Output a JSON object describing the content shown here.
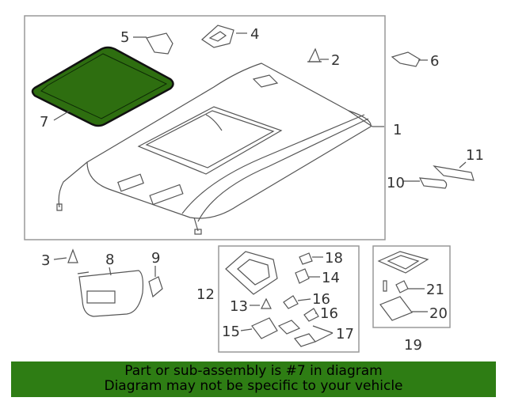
{
  "labels": {
    "l1": "1",
    "l2": "2",
    "l3": "3",
    "l4": "4",
    "l5": "5",
    "l6": "6",
    "l7": "7",
    "l8": "8",
    "l9": "9",
    "l10": "10",
    "l11": "11",
    "l12": "12",
    "l13": "13",
    "l14": "14",
    "l15": "15",
    "l16a": "16",
    "l16b": "16",
    "l17": "17",
    "l18": "18",
    "l19": "19",
    "l20": "20",
    "l21": "21"
  },
  "banner": {
    "line1": "Part or sub-assembly is #7 in diagram",
    "line2": "Diagram may not be specific to your vehicle"
  },
  "colors": {
    "highlight_fill": "#2e6e10",
    "banner_bg": "#2e7d14",
    "line": "#555555",
    "box": "#999999"
  }
}
